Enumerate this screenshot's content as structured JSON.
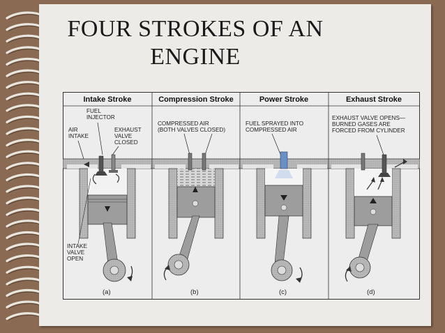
{
  "slide": {
    "title_line1": "FOUR STROKES OF AN",
    "title_line2": "ENGINE"
  },
  "strokes": [
    {
      "header": "Intake Stroke",
      "caption": "(a)",
      "labels": [
        "FUEL",
        "INJECTOR",
        "AIR",
        "INTAKE",
        "EXHAUST",
        "VALVE",
        "CLOSED",
        "INTAKE",
        "VALVE",
        "OPEN"
      ]
    },
    {
      "header": "Compression Stroke",
      "caption": "(b)",
      "labels": [
        "COMPRESSED AIR",
        "(BOTH VALVES CLOSED)"
      ]
    },
    {
      "header": "Power Stroke",
      "caption": "(c)",
      "labels": [
        "FUEL SPRAYED INTO",
        "COMPRESSED AIR"
      ]
    },
    {
      "header": "Exhaust Stroke",
      "caption": "(d)",
      "labels": [
        "EXHAUST VALVE OPENS—",
        "BURNED GASES ARE",
        "FORCED FROM CYLINDER"
      ]
    }
  ],
  "colors": {
    "background": "#8a6a52",
    "slide": "#ecebe8",
    "metal": "#9a9a9a",
    "dark_metal": "#555555",
    "injector_blue": "#6a8fc4"
  }
}
